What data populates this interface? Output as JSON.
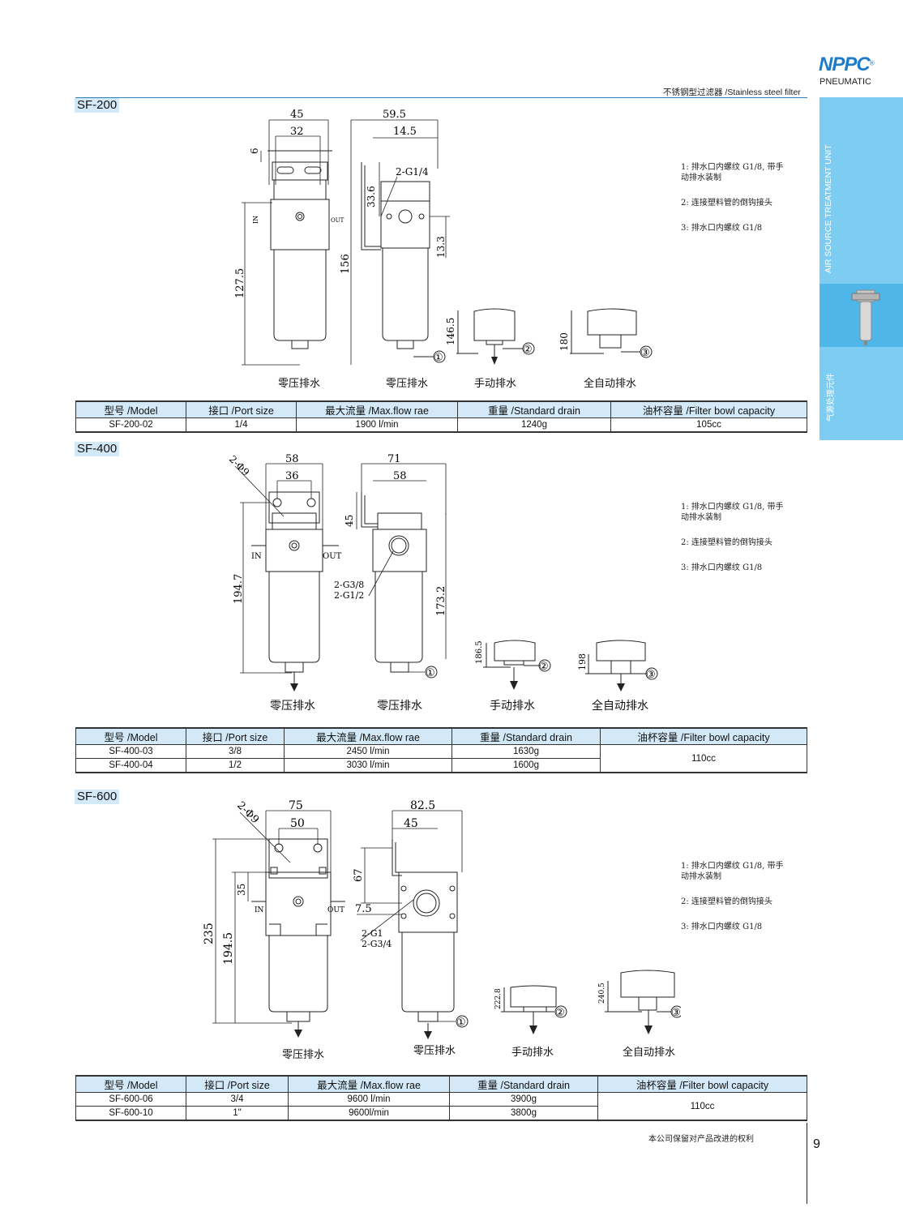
{
  "brand": {
    "logo": "NPPC",
    "sub": "PNEUMATIC",
    "reg": "®"
  },
  "header": {
    "subtitle": "不锈钢型过滤器 /Stainless steel filter"
  },
  "sidebar": {
    "en": "AIR SOURCE TREATMENT UNIT",
    "cn": "气源处理元件"
  },
  "notes": {
    "n1": "1: 排水口内螺纹 G1/8, 带手动排水装制",
    "n2": "2: 连接塑料管的倒钩接头",
    "n3": "3: 排水口内螺纹 G1/8"
  },
  "drain": {
    "zero": "零压排水",
    "manual": "手动排水",
    "auto": "全自动排水"
  },
  "sections": {
    "sf200": {
      "label": "SF-200",
      "dims": {
        "d45": "45",
        "d32": "32",
        "d6": "6",
        "d59": "59.5",
        "d14": "14.5",
        "g": "2-G1/4",
        "d33": "33.6",
        "d13": "13.3",
        "d127": "127.5",
        "d156": "156",
        "d146": "146.5",
        "d180": "180"
      },
      "headers": [
        "型号 /Model",
        "接口 /Port size",
        "最大流量 /Max.flow rae",
        "重量 /Standard drain",
        "油杯容量 /Filter bowl capacity"
      ],
      "rows": [
        [
          "SF-200-02",
          "1/4",
          "1900 l/min",
          "1240g",
          "105cc"
        ]
      ]
    },
    "sf400": {
      "label": "SF-400",
      "dims": {
        "d58a": "58",
        "d36": "36",
        "phi": "2-Φ9",
        "d71": "71",
        "d58b": "58",
        "d45": "45",
        "g1": "2-G3/8",
        "g2": "2-G1/2",
        "d194": "194.7",
        "d173": "173.2",
        "d186": "186.5",
        "d198": "198"
      },
      "headers": [
        "型号 /Model",
        "接口 /Port size",
        "最大流量 /Max.flow rae",
        "重量 /Standard drain",
        "油杯容量 /Filter bowl capacity"
      ],
      "rows": [
        [
          "SF-400-03",
          "3/8",
          "2450 l/min",
          "1630g"
        ],
        [
          "SF-400-04",
          "1/2",
          "3030 l/min",
          "1600g"
        ]
      ],
      "capacity": "110cc"
    },
    "sf600": {
      "label": "SF-600",
      "dims": {
        "d75": "75",
        "d50": "50",
        "phi": "2-Φ9",
        "d82": "82.5",
        "d45": "45",
        "d67": "67",
        "d7": "7.5",
        "d35": "35",
        "g1": "2-G1",
        "g2": "2-G3/4",
        "d235": "235",
        "d194": "194.5",
        "d222": "222.8",
        "d240": "240.5"
      },
      "headers": [
        "型号 /Model",
        "接口 /Port size",
        "最大流量 /Max.flow rae",
        "重量 /Standard drain",
        "油杯容量 /Filter bowl capacity"
      ],
      "rows": [
        [
          "SF-600-06",
          "3/4",
          "9600 l/min",
          "3900g"
        ],
        [
          "SF-600-10",
          "1\"",
          "9600l/min",
          "3800g"
        ]
      ],
      "capacity": "110cc"
    }
  },
  "ports": {
    "in": "IN",
    "out": "OUT"
  },
  "callouts": {
    "c1": "①",
    "c2": "②",
    "c3": "③"
  },
  "footer": {
    "note": "本公司保留对产品改进的权利",
    "page": "9"
  }
}
